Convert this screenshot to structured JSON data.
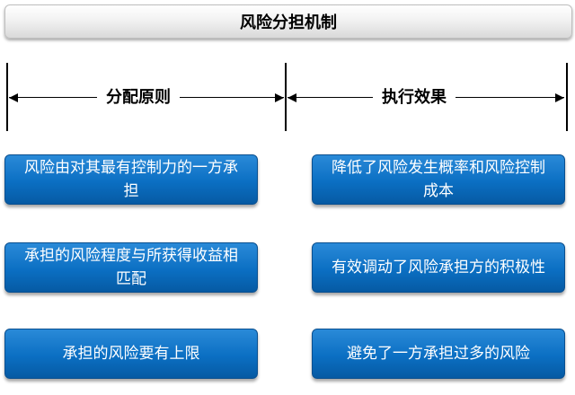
{
  "title": "风险分担机制",
  "columns": {
    "left": "分配原则",
    "right": "执行效果"
  },
  "left_boxes": [
    "风险由对其最有控制力的一方承担",
    "承担的风险程度与所获得收益相匹配",
    "承担的风险要有上限"
  ],
  "right_boxes": [
    "降低了风险发生概率和风险控制成本",
    "有效调动了风险承担方的积极性",
    "避免了一方承担过多的风险"
  ],
  "colors": {
    "box_fill": "#0b6fc3",
    "box_text": "#ffffff",
    "title_bg": "#e6e6e6"
  }
}
